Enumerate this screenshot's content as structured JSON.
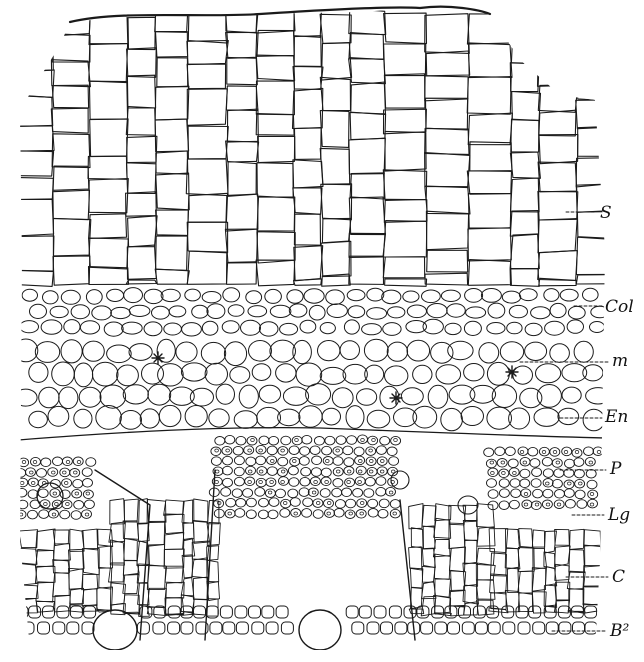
{
  "figure": {
    "labels": [
      {
        "id": "s",
        "text": "S"
      },
      {
        "id": "col",
        "text": "Col"
      },
      {
        "id": "m",
        "text": "m"
      },
      {
        "id": "en",
        "text": "En"
      },
      {
        "id": "p",
        "text": "P"
      },
      {
        "id": "lg",
        "text": "Lg"
      },
      {
        "id": "c",
        "text": "C"
      },
      {
        "id": "b2",
        "text": "B²"
      }
    ]
  }
}
